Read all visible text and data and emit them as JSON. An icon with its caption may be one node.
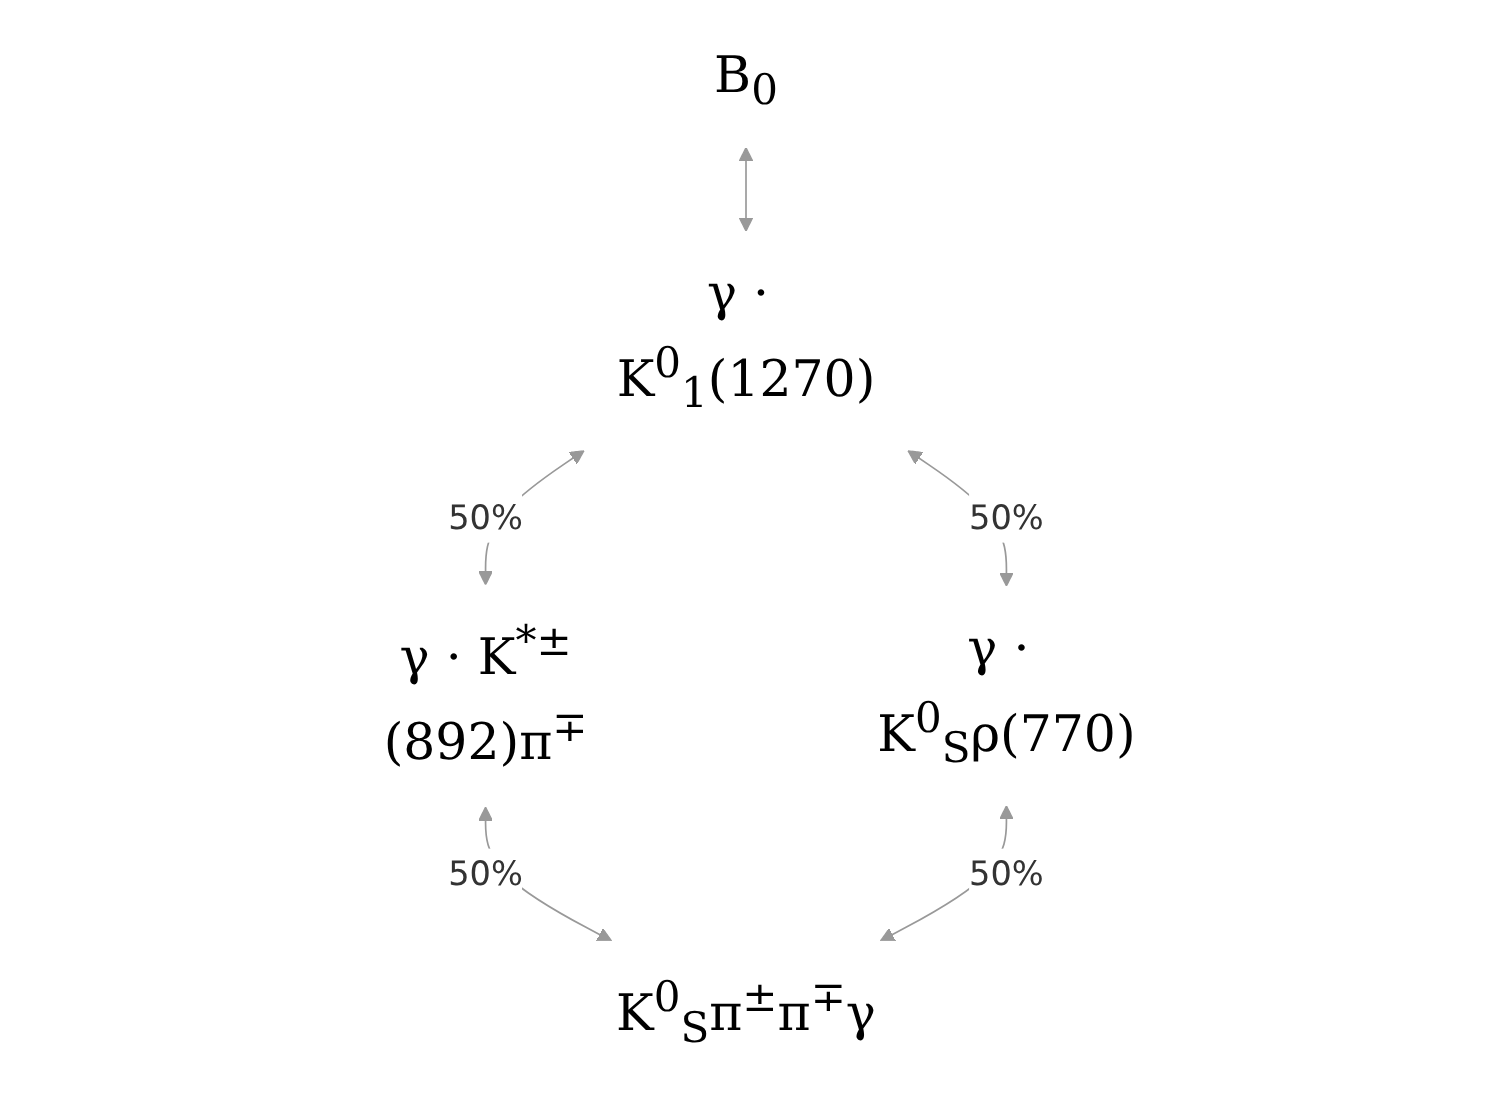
{
  "diagram": {
    "nodes": [
      {
        "text": [
          "B$_{0}$"
        ]
      },
      {
        "text": [
          "γ · K$^{0}$$_{1}$(1270)"
        ]
      },
      {
        "text": [
          "γ · K$^{*±}$(892)π$^{∓}$"
        ]
      },
      {
        "text": [
          "γ · K$^{0}$$_{S}$ρ(770)"
        ]
      },
      {
        "text": [
          "K$^{0}$$_{S}$π$^{±}$π$^{∓}$γ"
        ]
      }
    ],
    "edges": [
      {
        "from": 0,
        "to": 1,
        "arrow": "both"
      },
      {
        "from": 1,
        "to": 2,
        "arrow": "both",
        "label": "50%"
      },
      {
        "from": 1,
        "to": 3,
        "arrow": "both",
        "label": "50%"
      },
      {
        "from": 2,
        "to": 4,
        "arrow": "both",
        "label": "50%"
      },
      {
        "from": 3,
        "to": 4,
        "arrow": "both",
        "label": "50%"
      }
    ]
  }
}
